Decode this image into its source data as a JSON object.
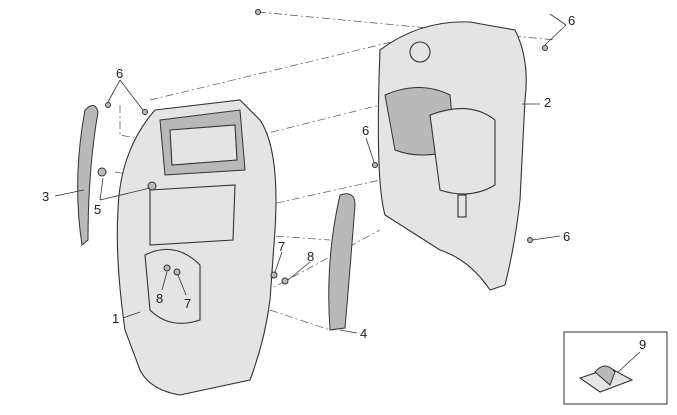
{
  "title": "Front shield and leg shield exploded parts diagram",
  "callouts": {
    "front_shield": "1",
    "leg_shield": "2",
    "left_trim": "3",
    "right_trim": "4",
    "screw_5": "5",
    "screw_6_top_left": "6",
    "screw_6_top_right": "6",
    "screw_6_middle": "6",
    "screw_6_bottom_right": "6",
    "clip_7_right": "7",
    "clip_7_left": "7",
    "nut_8_right": "8",
    "nut_8_left": "8",
    "speed_nut_9": "9"
  }
}
